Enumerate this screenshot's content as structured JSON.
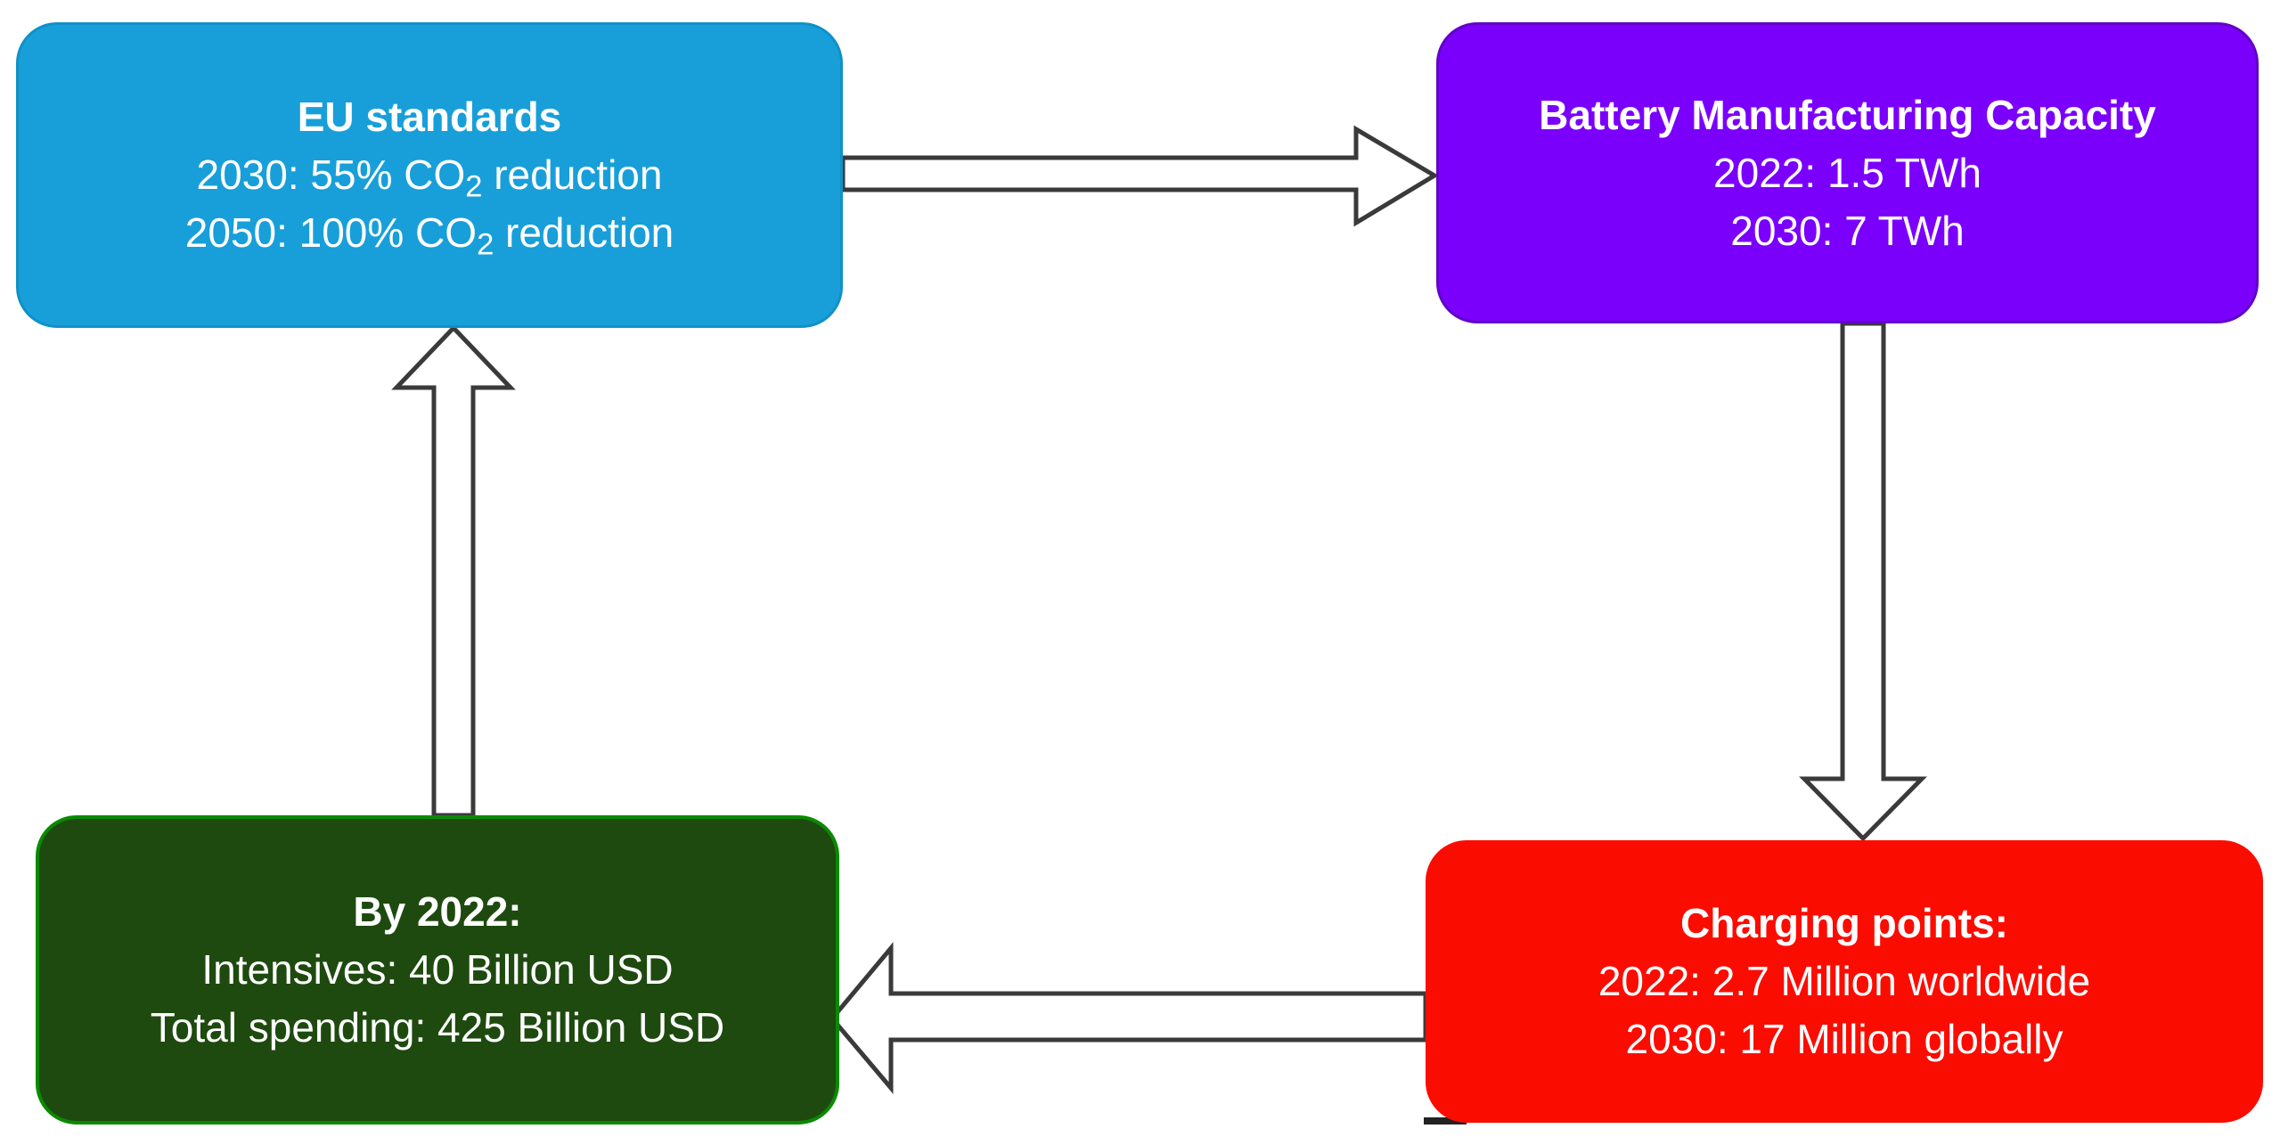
{
  "nodes": [
    {
      "id": "eu-standards",
      "title": "EU standards",
      "lines": [
        "2030: 55% CO₂ reduction",
        "2050: 100% CO₂ reduction"
      ],
      "fill": "#189fd9",
      "border": "#1090c8",
      "text_color": "#ffffff"
    },
    {
      "id": "battery-capacity",
      "title": "Battery Manufacturing Capacity",
      "lines": [
        "2022: 1.5 TWh",
        "2030: 7 TWh"
      ],
      "fill": "#7b00fb",
      "border": "#6203c9",
      "text_color": "#ffffff"
    },
    {
      "id": "charging-points",
      "title": "Charging points:",
      "lines": [
        "2022: 2.7 Million worldwide",
        "2030: 17 Million globally"
      ],
      "fill": "#fb0c00",
      "border": "#fb0c00",
      "text_color": "#ffffff"
    },
    {
      "id": "spending",
      "title": "By 2022:",
      "lines": [
        "Intensives: 40 Billion USD",
        "Total spending: 425 Billion USD"
      ],
      "fill": "#1e4a0f",
      "border": "#0a8a00",
      "text_color": "#ffffff"
    }
  ],
  "arrows": [
    {
      "id": "eu-to-battery",
      "from": "eu-standards",
      "to": "battery-capacity",
      "direction": "right",
      "fill": "#ffffff",
      "stroke": "#3a3a3a"
    },
    {
      "id": "battery-to-charging",
      "from": "battery-capacity",
      "to": "charging-points",
      "direction": "down",
      "fill": "#ffffff",
      "stroke": "#3a3a3a"
    },
    {
      "id": "charging-to-spending",
      "from": "charging-points",
      "to": "spending",
      "direction": "left",
      "fill": "#ffffff",
      "stroke": "#3a3a3a"
    },
    {
      "id": "spending-to-eu",
      "from": "spending",
      "to": "eu-standards",
      "direction": "up",
      "fill": "#ffffff",
      "stroke": "#3a3a3a"
    }
  ]
}
